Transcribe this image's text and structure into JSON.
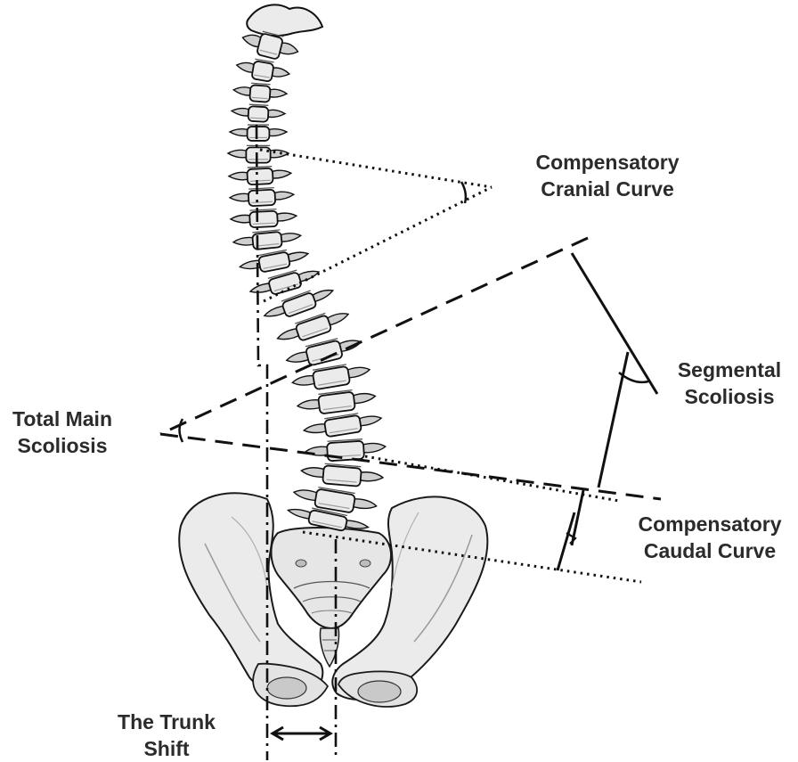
{
  "labels": {
    "compensatory_cranial_curve": [
      "Compensatory",
      "Cranial Curve"
    ],
    "segmental_scoliosis": [
      "Segmental",
      "Scoliosis"
    ],
    "total_main_scoliosis": [
      "Total Main",
      "Scoliosis"
    ],
    "compensatory_caudal_curve": [
      "Compensatory",
      "Caudal Curve"
    ],
    "trunk_shift": [
      "The Trunk",
      "Shift"
    ]
  },
  "colors": {
    "ink": "#111111",
    "bone_fill": "#ebebeb",
    "bone_shade": "#cfcfcf",
    "label_text": "#2b2b2b"
  }
}
